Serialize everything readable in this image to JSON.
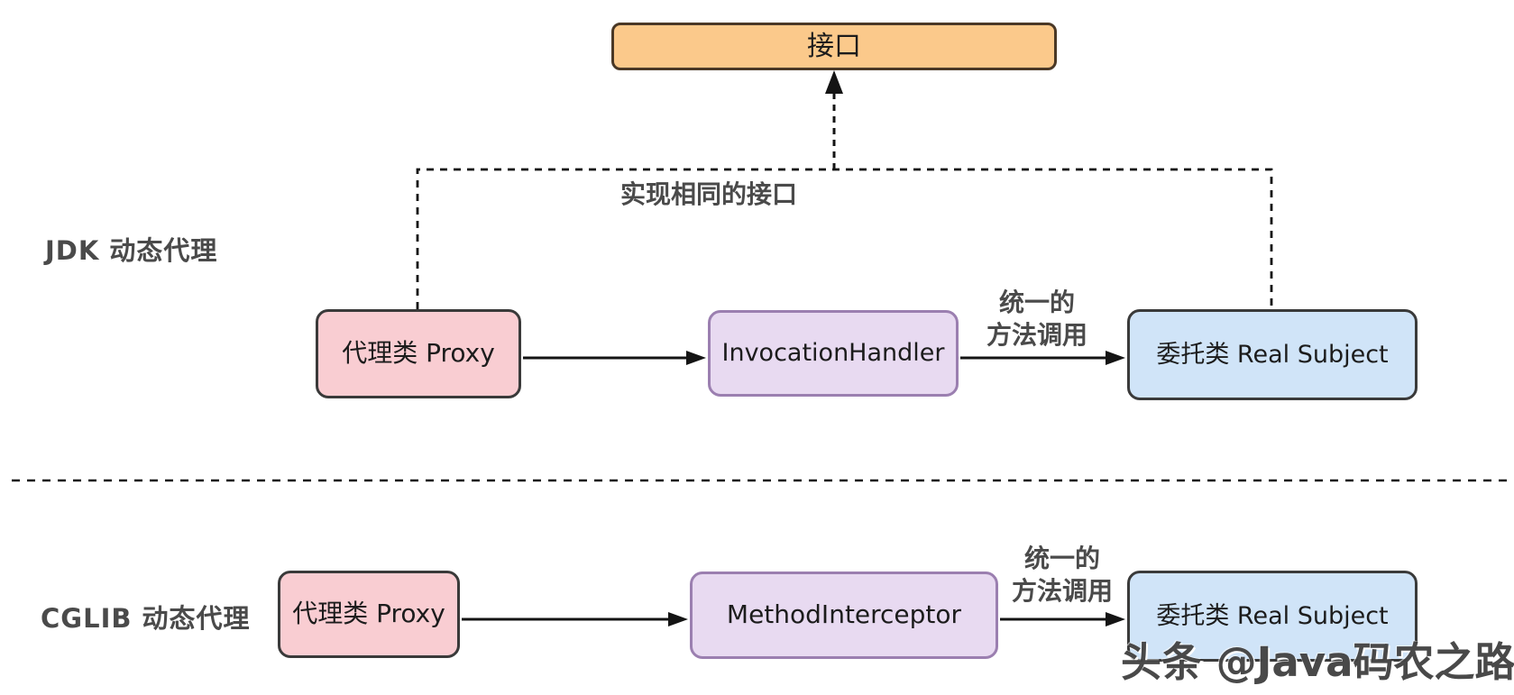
{
  "diagram": {
    "interface": {
      "label": "接口"
    },
    "implements_label": "实现相同的接口",
    "jdk": {
      "section_title": "JDK 动态代理",
      "proxy": "代理类 Proxy",
      "handler": "InvocationHandler",
      "target": "委托类 Real Subject",
      "call_label": "统一的\n方法调用"
    },
    "cglib": {
      "section_title": "CGLIB 动态代理",
      "proxy": "代理类 Proxy",
      "handler": "MethodInterceptor",
      "target": "委托类 Real Subject",
      "call_label": "统一的\n方法调用"
    },
    "watermark": "头条 @Java码农之路",
    "colors": {
      "interface_fill": "#fbc98b",
      "interface_border": "#4a3826",
      "proxy_fill": "#f9cdd2",
      "proxy_border": "#3a3a3a",
      "handler_fill": "#e8daf1",
      "handler_border": "#9b7fb0",
      "target_fill": "#d0e4f8",
      "target_border": "#3a3a3a",
      "section_label_color": "#4a4a4a",
      "line_color": "#141414"
    }
  }
}
